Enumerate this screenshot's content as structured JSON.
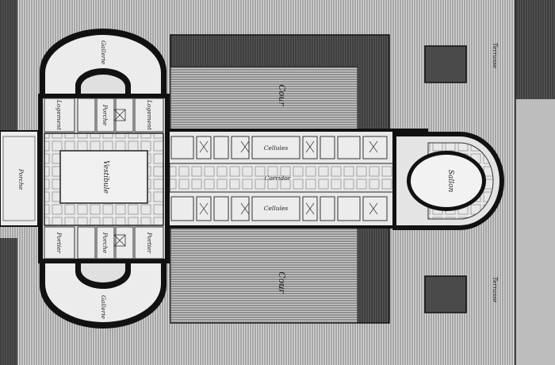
{
  "labels": {
    "porche": "Porche",
    "vestibule": "Vestibule",
    "gallerie_top": "Gallerie",
    "gallerie_bottom": "Gallerie",
    "logement_left": "Logement",
    "logement_right": "Logement",
    "porche_top": "Porche",
    "porche_bottom": "Porche",
    "portier_left": "Portier",
    "portier_right": "Portier",
    "cour_top": "Cour",
    "cour_bottom": "Cour",
    "cellules_top": "Cellules",
    "cellules_bottom": "Cellules",
    "corridor": "Corridor",
    "sallon": "Sallon",
    "terrasse_top": "Terrasse",
    "terrasse_bottom": "Terrasse"
  }
}
